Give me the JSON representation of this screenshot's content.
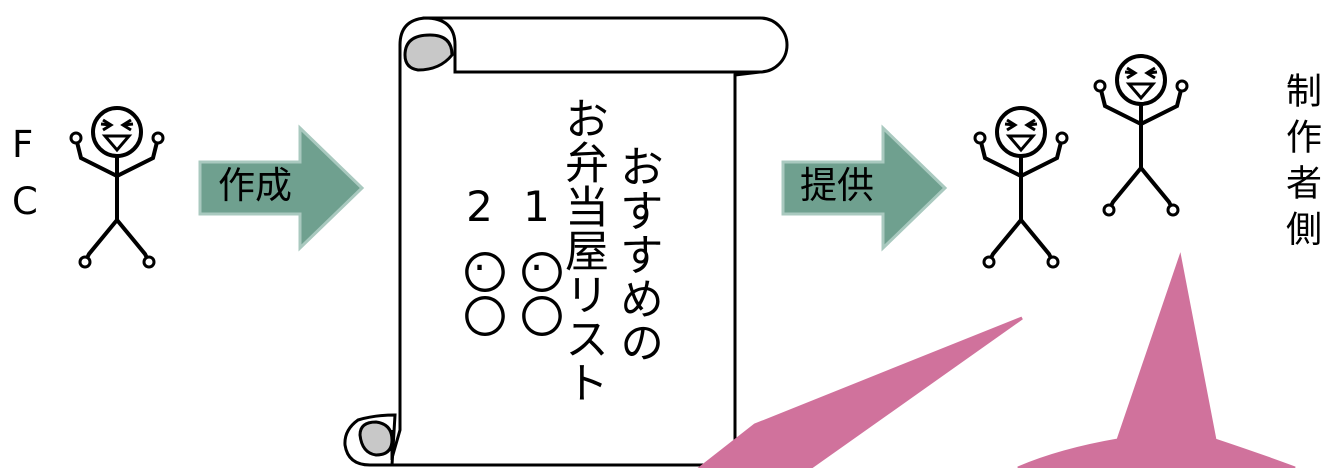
{
  "left_actor": {
    "label_line1": "F",
    "label_line2": "C"
  },
  "arrow_create": {
    "label": "作成",
    "fill": "#6fa08f"
  },
  "scroll": {
    "title_line1": "おすすめの",
    "title_line2": "お弁当屋リスト",
    "item1_number": "1.",
    "item1_text": "〇〇",
    "item2_number": "2.",
    "item2_text": "〇〇"
  },
  "arrow_provide": {
    "label": "提供",
    "fill": "#6fa08f"
  },
  "right_group": {
    "label": "制作者側"
  },
  "speech_bubble_color": "#d0729c"
}
